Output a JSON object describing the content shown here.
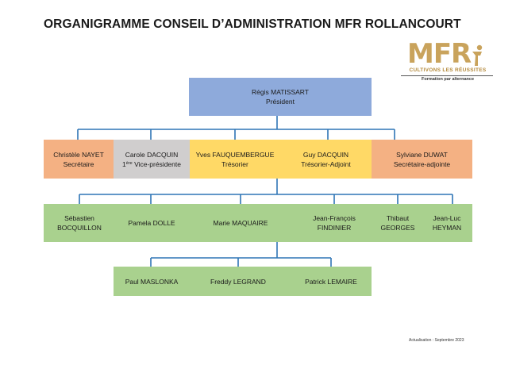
{
  "title": "ORGANIGRAMME CONSEIL D’ADMINISTRATION MFR ROLLANCOURT",
  "logo": {
    "mark": "MFR",
    "tagline": "CULTIVONS LES RÉUSSITES",
    "subtitle": "Formation par alternance"
  },
  "colors": {
    "president": "#8eaadb",
    "orange": "#f4b183",
    "grey": "#d0cece",
    "yellow": "#ffd966",
    "green": "#a9d18e",
    "connector": "#2e75b6"
  },
  "president": {
    "name": "Régis MATISSART",
    "role": "Président"
  },
  "officers": [
    {
      "name": "Christèle NAYET",
      "role": "Secrétaire"
    },
    {
      "name": "Carole DACQUIN",
      "role_ordinal": "1",
      "role_sup": "ère",
      "role_rest": " Vice-présidente"
    },
    {
      "name": "Yves FAUQUEMBERGUE",
      "role": "Trésorier"
    },
    {
      "name": "Guy DACQUIN",
      "role": "Trésorier-Adjoint"
    },
    {
      "name": "Sylviane DUWAT",
      "role": "Secrétaire-adjointe"
    }
  ],
  "members_row1": [
    {
      "line1": "Sébastien",
      "line2": "BOCQUILLON"
    },
    {
      "line1": "Pamela DOLLE"
    },
    {
      "line1": "Marie MAQUAIRE"
    },
    {
      "line1": "Jean-François",
      "line2": "FINDINIER"
    },
    {
      "line1": "Thibaut",
      "line2": "GEORGES"
    },
    {
      "line1": "Jean-Luc",
      "line2": "HEYMAN"
    }
  ],
  "members_row2": [
    {
      "line1": "Paul MASLONKA"
    },
    {
      "line1": "Freddy LEGRAND"
    },
    {
      "line1": "Patrick LEMAIRE"
    }
  ],
  "footer": "Actualisation : Septembre 2023"
}
